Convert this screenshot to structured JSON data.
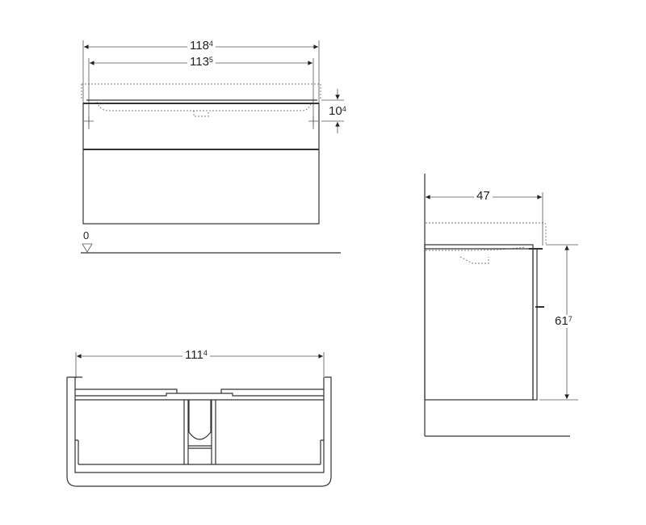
{
  "front_view": {
    "overall_width": {
      "main": "118",
      "sup": "4"
    },
    "basin_width": {
      "main": "113",
      "sup": "5"
    },
    "top_offset": {
      "main": "10",
      "sup": "4"
    },
    "floor_level": "0"
  },
  "side_view": {
    "depth": {
      "main": "47",
      "sup": ""
    },
    "height": {
      "main": "61",
      "sup": "7"
    }
  },
  "top_view": {
    "inner_width": {
      "main": "111",
      "sup": "4"
    }
  },
  "colors": {
    "line": "#333333",
    "background": "#ffffff"
  }
}
